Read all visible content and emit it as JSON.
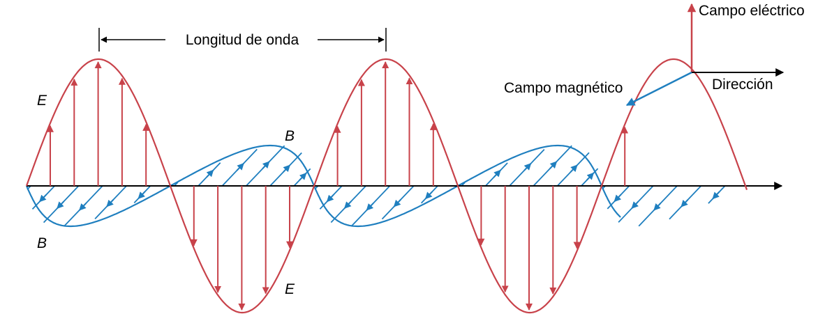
{
  "labels": {
    "wavelength": "Longitud de onda",
    "e_upper": "E",
    "e_lower": "E",
    "b_upper": "B",
    "b_lower": "B"
  },
  "legend": {
    "electric_field": "Campo eléctrico",
    "magnetic_field": "Campo magnético",
    "direction": "Dirección"
  },
  "colors": {
    "electric": "#c8424a",
    "magnetic": "#1f7fbf",
    "axis": "#000000"
  }
}
